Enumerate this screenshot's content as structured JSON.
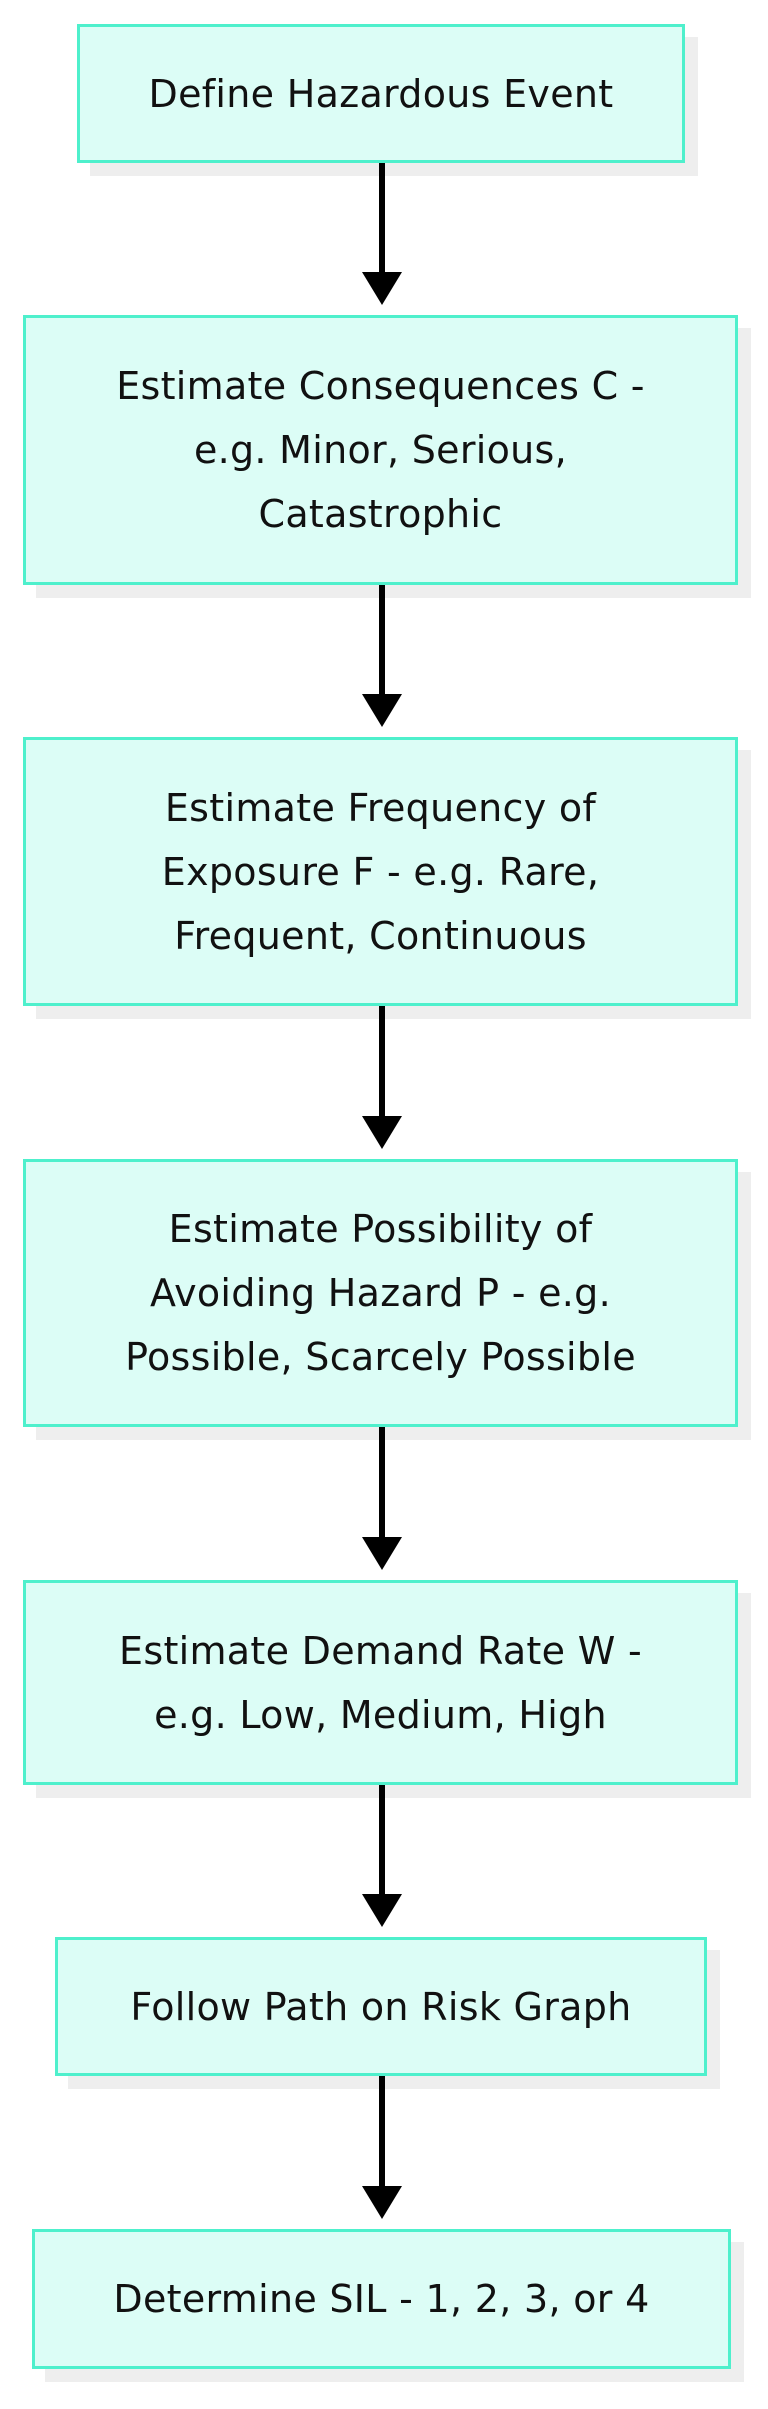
{
  "diagram": {
    "type": "flowchart",
    "direction": "top-to-bottom",
    "colors": {
      "node_fill": "#dcfdf6",
      "node_border": "#4ef0cc",
      "shadow": "#eeeeee",
      "arrow": "#000000",
      "text": "#111111"
    },
    "nodes": [
      {
        "id": "define-hazardous-event",
        "label": "Define Hazardous Event"
      },
      {
        "id": "estimate-consequences",
        "label": "Estimate Consequences C -\ne.g. Minor, Serious,\nCatastrophic"
      },
      {
        "id": "estimate-frequency",
        "label": "Estimate Frequency of\nExposure F - e.g. Rare,\nFrequent, Continuous"
      },
      {
        "id": "estimate-possibility",
        "label": "Estimate Possibility of\nAvoiding Hazard P - e.g.\nPossible, Scarcely Possible"
      },
      {
        "id": "estimate-demand-rate",
        "label": "Estimate Demand Rate W -\ne.g. Low, Medium, High"
      },
      {
        "id": "follow-path",
        "label": "Follow Path on Risk Graph"
      },
      {
        "id": "determine-sil",
        "label": "Determine SIL - 1, 2, 3, or 4"
      }
    ],
    "edges": [
      {
        "from": "define-hazardous-event",
        "to": "estimate-consequences"
      },
      {
        "from": "estimate-consequences",
        "to": "estimate-frequency"
      },
      {
        "from": "estimate-frequency",
        "to": "estimate-possibility"
      },
      {
        "from": "estimate-possibility",
        "to": "estimate-demand-rate"
      },
      {
        "from": "estimate-demand-rate",
        "to": "follow-path"
      },
      {
        "from": "follow-path",
        "to": "determine-sil"
      }
    ]
  }
}
